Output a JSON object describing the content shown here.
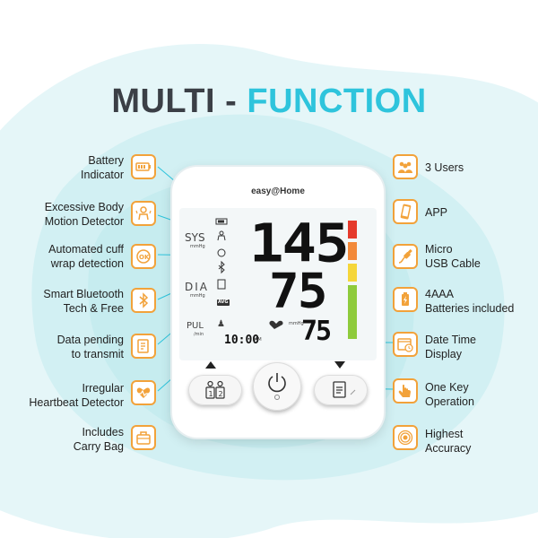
{
  "title": {
    "part1": "MULTI -",
    "part2": "FUNCTION"
  },
  "colors": {
    "accent": "#2ec4dc",
    "dark": "#3b3f46",
    "icon_border": "#f2a23a"
  },
  "left_features": [
    {
      "line1": "Battery",
      "line2": "Indicator",
      "icon": "battery-icon"
    },
    {
      "line1": "Excessive Body",
      "line2": "Motion Detector",
      "icon": "body-motion-icon"
    },
    {
      "line1": "Automated cuff",
      "line2": "wrap detection",
      "icon": "cuff-check-icon"
    },
    {
      "line1": "Smart Bluetooth",
      "line2": "Tech & Free",
      "icon": "bluetooth-icon"
    },
    {
      "line1": "Data pending",
      "line2": "to transmit",
      "icon": "data-pending-icon"
    },
    {
      "line1": "Irregular",
      "line2": "Heartbeat Detector",
      "icon": "heartbeat-icon"
    },
    {
      "line1": "Includes",
      "line2": "Carry Bag",
      "icon": "bag-icon"
    }
  ],
  "right_features": [
    {
      "line1": "3 Users",
      "line2": "",
      "icon": "users-icon"
    },
    {
      "line1": "APP",
      "line2": "",
      "icon": "phone-icon"
    },
    {
      "line1": "Micro",
      "line2": "USB Cable",
      "icon": "usb-cable-icon"
    },
    {
      "line1": "4AAA",
      "line2": "Batteries included",
      "icon": "batteries-icon"
    },
    {
      "line1": "Date Time",
      "line2": "Display",
      "icon": "calendar-icon"
    },
    {
      "line1": "One Key",
      "line2": "Operation",
      "icon": "one-key-icon"
    },
    {
      "line1": "Highest",
      "line2": "Accuracy",
      "icon": "accuracy-icon"
    }
  ],
  "device": {
    "brand": "easy@Home",
    "sys_label": "SYS",
    "sys_unit": "mmHg",
    "dia_label": "DIA",
    "dia_unit": "mmHg",
    "pul_label": "PUL",
    "pul_unit": "/min",
    "sys_value": "145",
    "dia_value": "75",
    "pul_value": "75",
    "time": "10:00",
    "am": "AM",
    "avg": "AVG",
    "pressure_unit": "mmHg"
  }
}
